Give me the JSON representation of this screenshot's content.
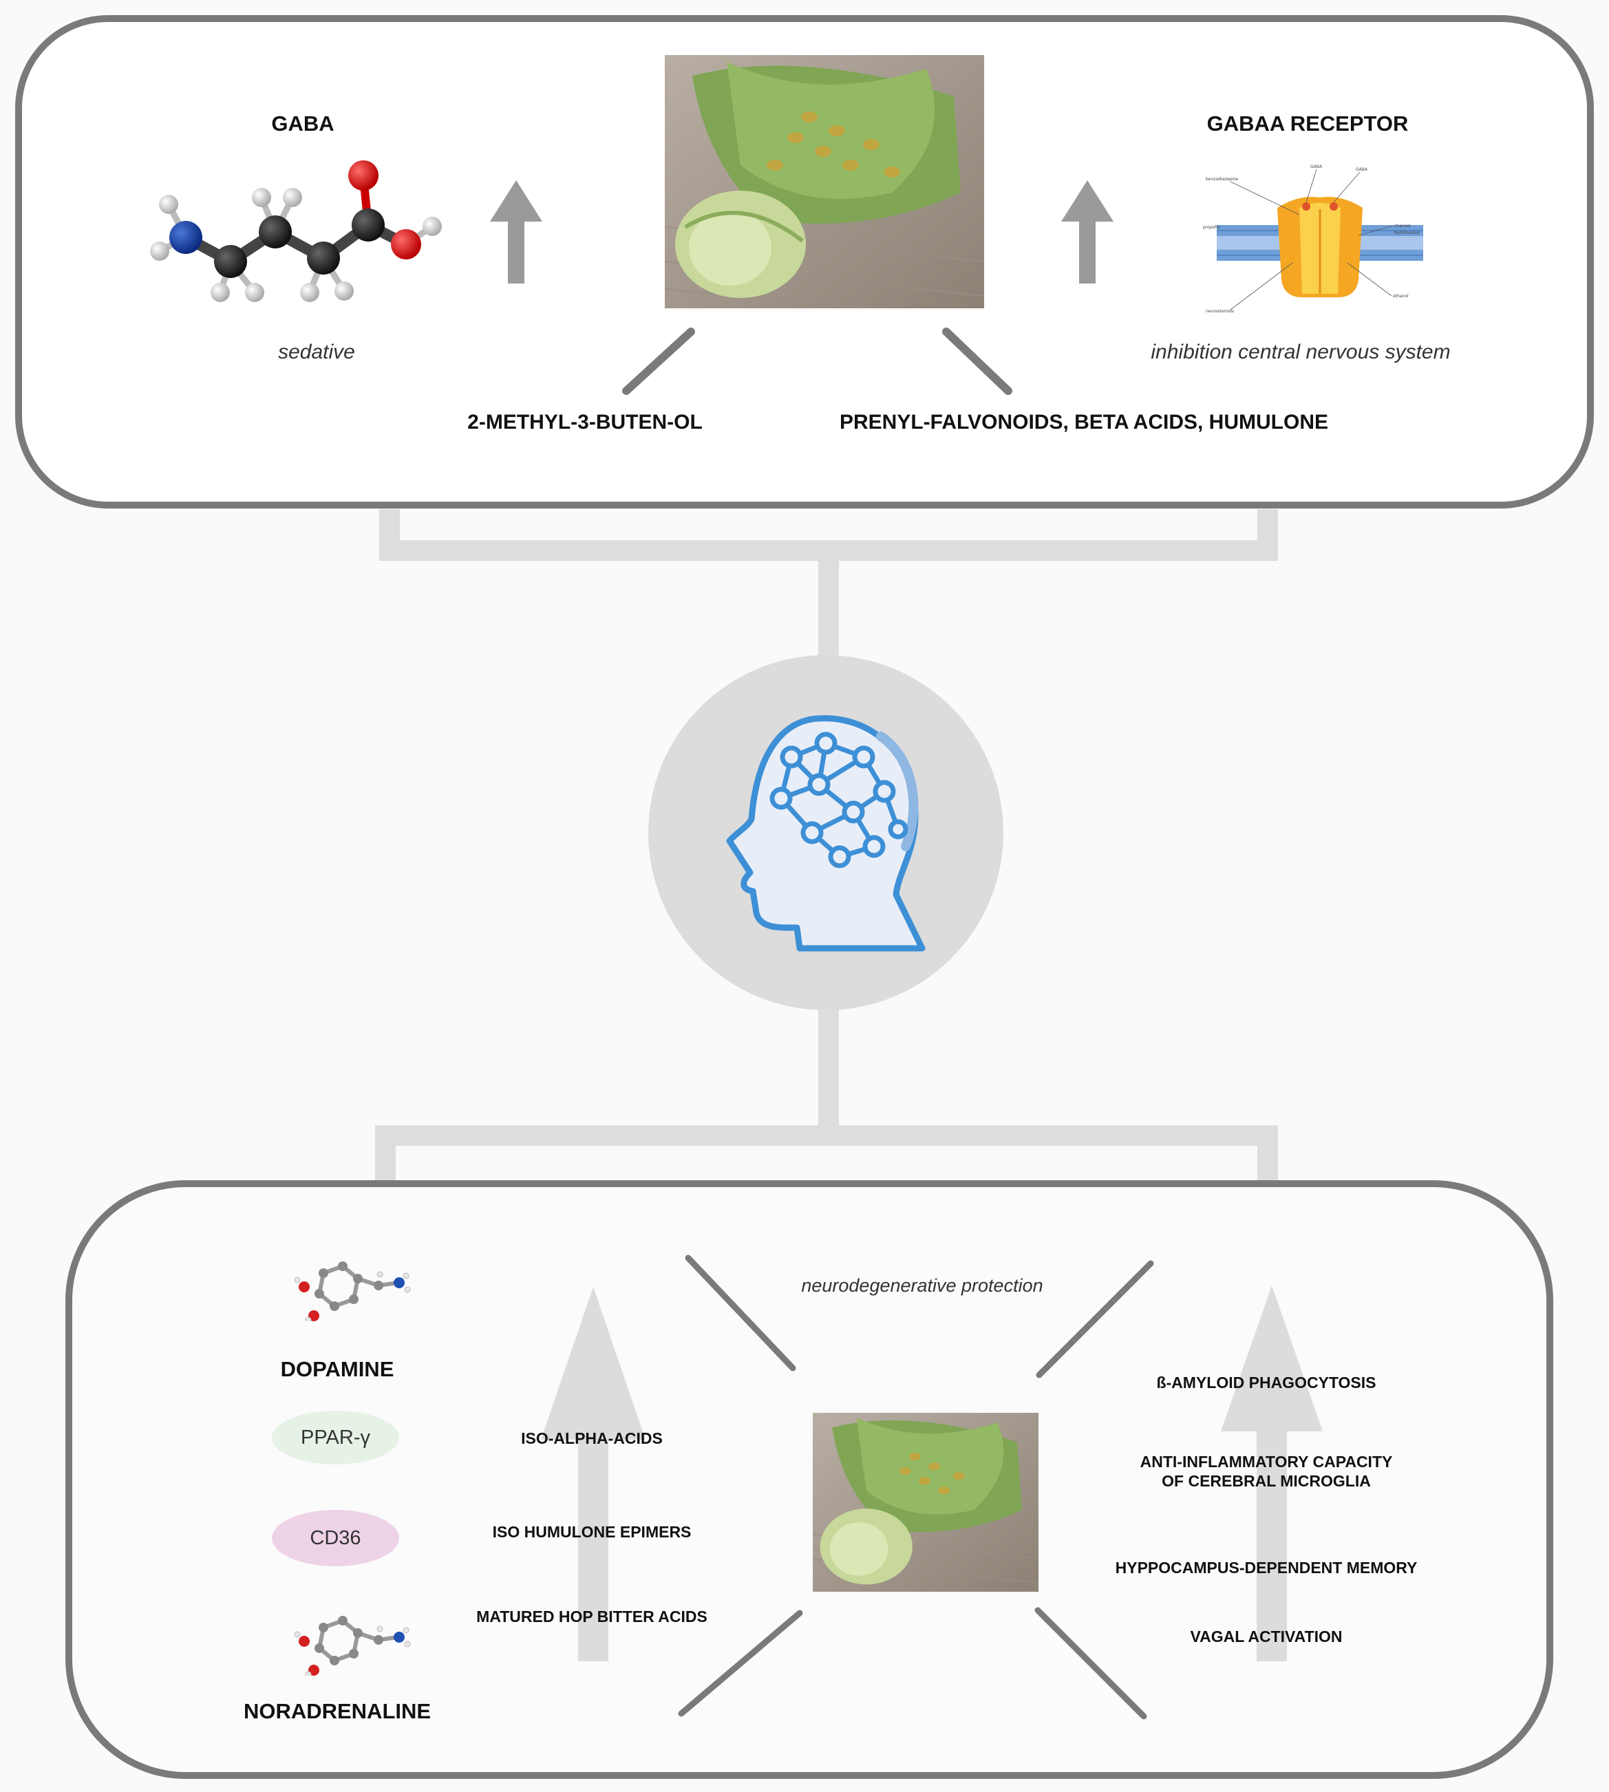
{
  "top": {
    "gaba_title": "GABA",
    "gaba_effect": "sedative",
    "receptor_title": "GABAA RECEPTOR",
    "receptor_effect": "inhibition central nervous system",
    "compound_left": "2-METHYL-3-BUTEN-OL",
    "compound_right": "PRENYL-FALVONOIDS, BETA ACIDS, HUMULONE",
    "receptor_labels": [
      "GABA",
      "GABA",
      "benzodiazepine",
      "channel",
      "neurosteroids",
      "ethanol",
      "propofol",
      "barbiturates"
    ]
  },
  "bottom": {
    "dopamine": "DOPAMINE",
    "noradrenaline": "NORADRENALINE",
    "ppar": "PPAR-γ",
    "cd36": "CD36",
    "iso_alpha": "ISO-ALPHA-ACIDS",
    "iso_humulone": "ISO HUMULONE EPIMERS",
    "matured_hop": "MATURED HOP BITTER ACIDS",
    "neuro_protection": "neurodegenerative protection",
    "effects": [
      "ß-AMYLOID PHAGOCYTOSIS",
      "ANTI-INFLAMMATORY CAPACITY\nOF CEREBRAL MICROGLIA",
      "HYPPOCAMPUS-DEPENDENT MEMORY",
      "VAGAL ACTIVATION"
    ]
  },
  "colors": {
    "box_border": "#7a7a7a",
    "connector": "#dddddd",
    "arrow_top": "#9a9a9a",
    "arrow_bottom": "#dcdcdc",
    "brain_circle": "#dcdcdc",
    "brain_icon": "#3d8fd6",
    "ppar_fill": "#e6f2e6",
    "cd36_fill": "#eed3e6"
  },
  "icons": {
    "center": "head-brain-network-icon",
    "photo": "hop-cone-photo",
    "gaba_model": "gaba-molecule-model",
    "receptor": "gabaa-receptor-illustration"
  }
}
